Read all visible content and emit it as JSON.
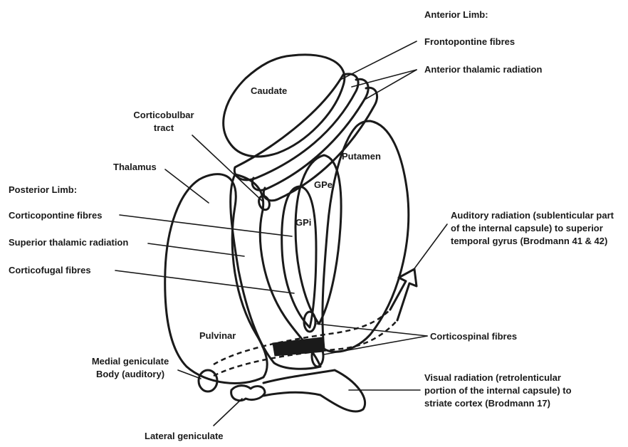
{
  "labels": {
    "anterior_limb": "Anterior Limb:",
    "frontopontine": "Frontopontine fibres",
    "anterior_thalamic": "Anterior thalamic radiation",
    "caudate": "Caudate",
    "corticobulbar_1": "Corticobulbar",
    "corticobulbar_2": "tract",
    "thalamus": "Thalamus",
    "putamen": "Putamen",
    "gpe": "GPe",
    "gpi": "GPi",
    "posterior_limb": "Posterior Limb:",
    "corticopontine": "Corticopontine fibres",
    "superior_thalamic": "Superior thalamic radiation",
    "corticofugal": "Corticofugal fibres",
    "auditory_1": "Auditory radiation (sublenticular part",
    "auditory_2": "of the internal capsule) to superior",
    "auditory_3": "temporal gyrus (Brodmann 41 & 42)",
    "pulvinar": "Pulvinar",
    "corticospinal": "Corticospinal fibres",
    "medial_geniculate_1": "Medial geniculate",
    "medial_geniculate_2": "Body (auditory)",
    "visual_1": "Visual radiation (retrolenticular",
    "visual_2": "portion of the internal capsule) to",
    "visual_3": "striate cortex (Brodmann 17)",
    "lateral_geniculate": "Lateral geniculate"
  },
  "colors": {
    "line": "#1a1a1a",
    "background": "#ffffff"
  }
}
